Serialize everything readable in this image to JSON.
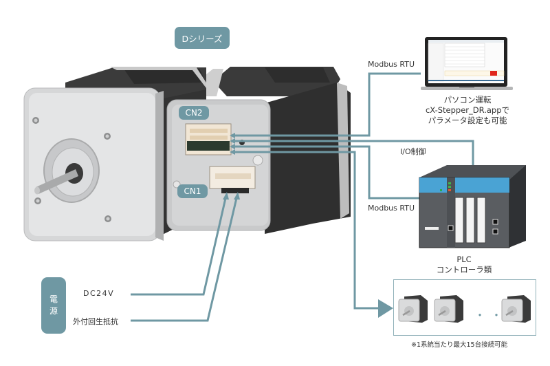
{
  "series_tag": "Dシリーズ",
  "connectors": {
    "cn2": "CN2",
    "cn1": "CN1"
  },
  "laptop": {
    "link_label": "Modbus RTU",
    "caption_lines": [
      "パソコン運転",
      "cX-Stepper_DR.appで",
      "パラメータ設定も可能"
    ]
  },
  "plc": {
    "io_label": "I/O制御",
    "link_label": "Modbus RTU",
    "caption_lines": [
      "PLC",
      "コントローラ類"
    ]
  },
  "power": {
    "box_lines": [
      "電",
      "源"
    ],
    "inputs": [
      "DC24V",
      "外付回生抵抗"
    ]
  },
  "motor_chain": {
    "note": "※1系統当たり最大15台接続可能",
    "ellipsis": "・・・・"
  },
  "colors": {
    "line": "#6f98a3",
    "tag_bg": "#6f98a3",
    "plc_blue": "#4aa3d4",
    "plc_body": "#5a5d61"
  }
}
